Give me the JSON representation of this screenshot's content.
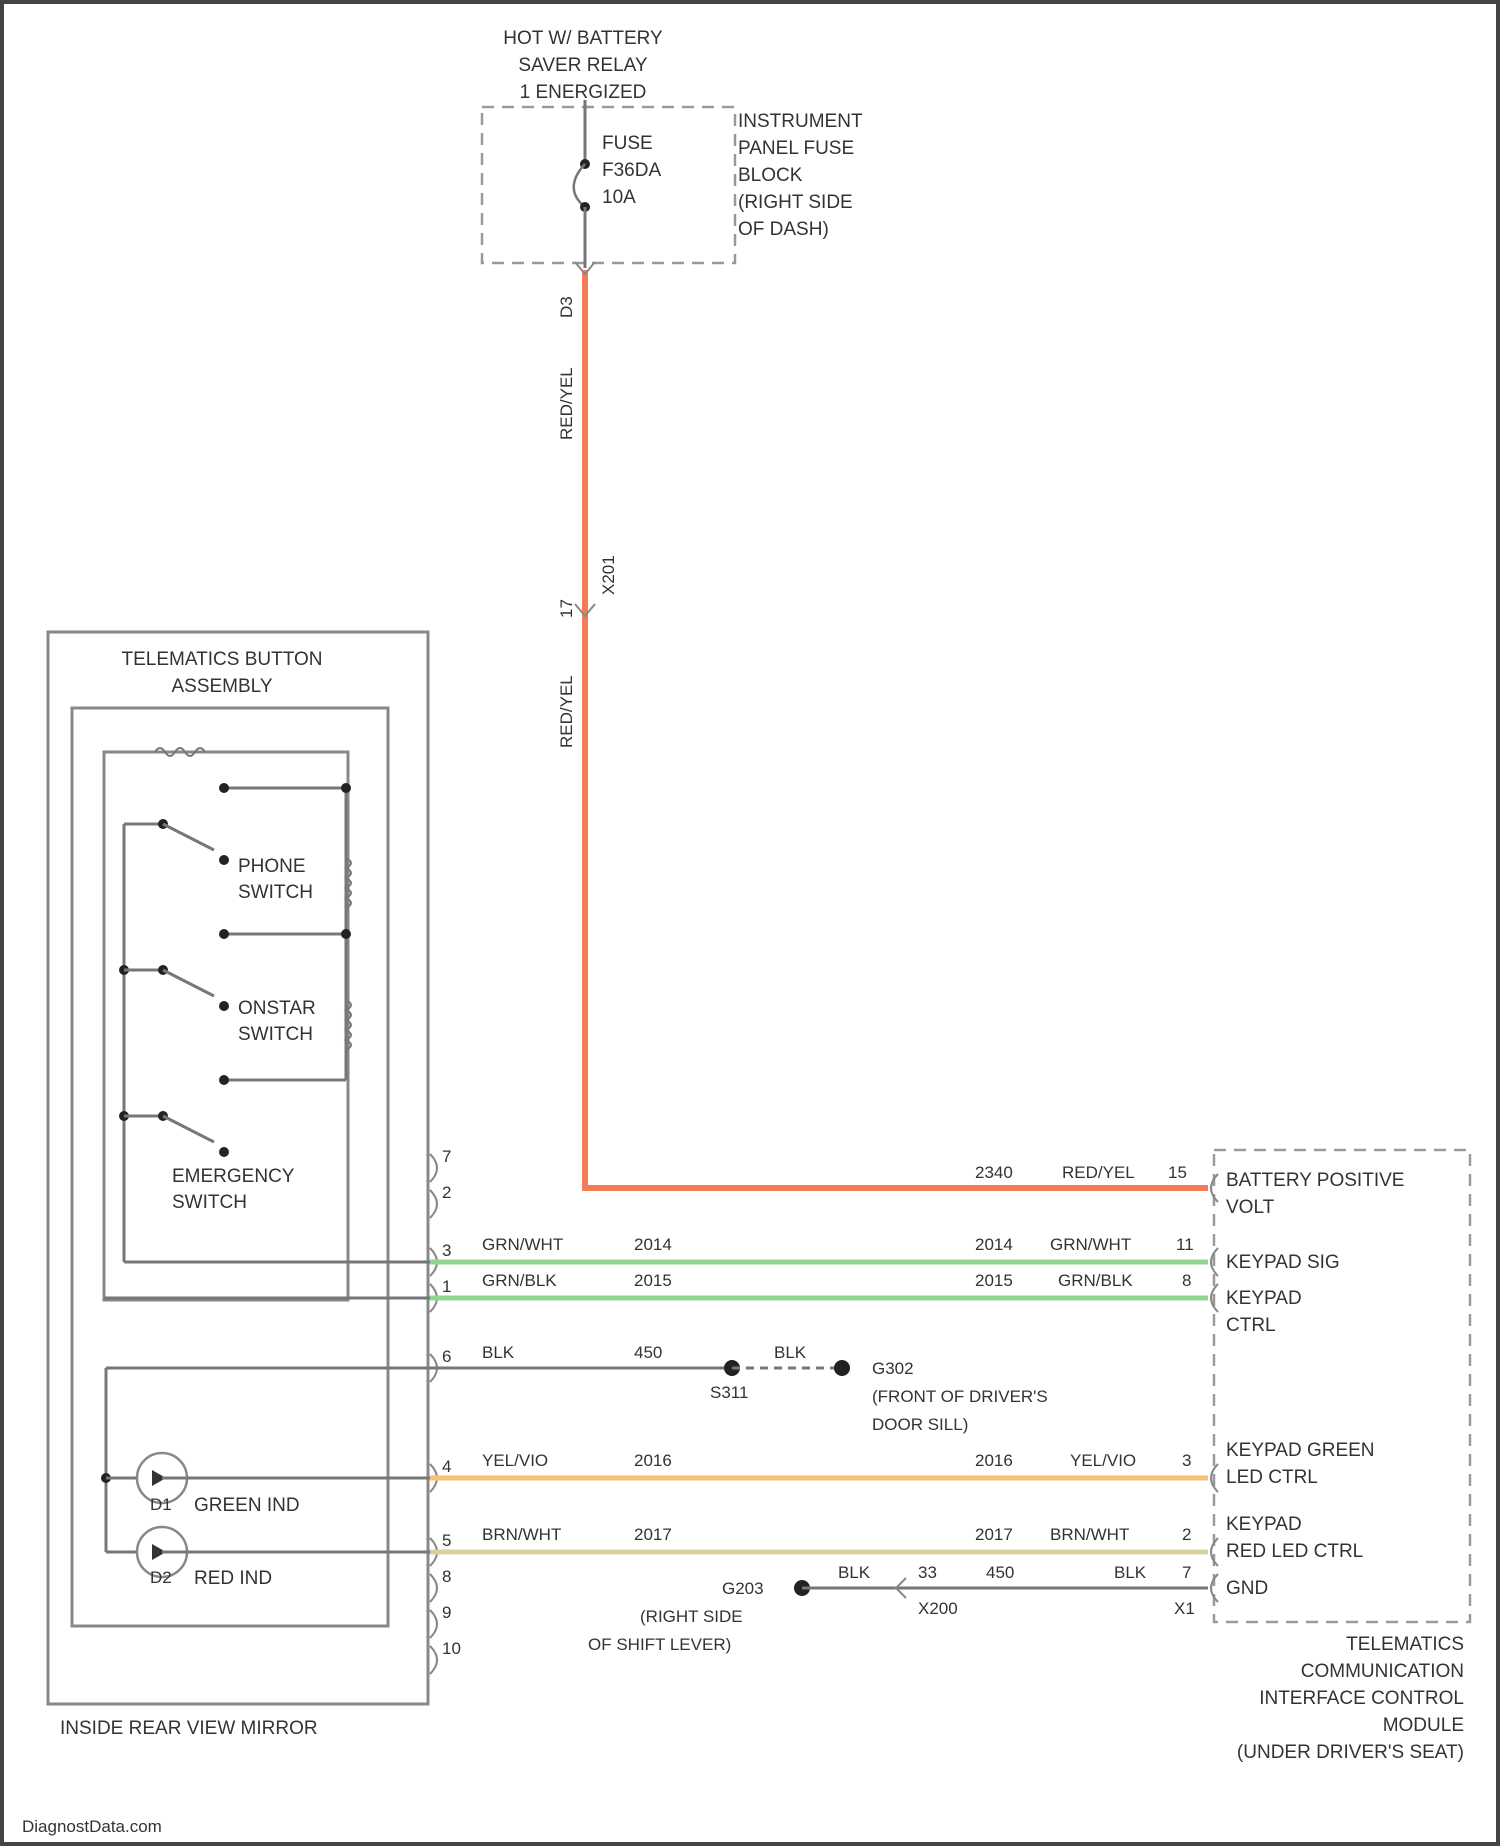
{
  "colors": {
    "wire_red_yel": "#f47b55",
    "wire_grn_wht": "#8fd58f",
    "wire_grn_blk": "#8fd58f",
    "wire_yel_vio": "#f6c27a",
    "wire_brn_wht": "#d9d0a0",
    "wire_blk": "#777777"
  },
  "supply": {
    "line1": "HOT W/ BATTERY",
    "line2": "SAVER RELAY",
    "line3": "1 ENERGIZED",
    "fuse_line1": "FUSE",
    "fuse_line2": "F36DA",
    "fuse_line3": "10A",
    "block_line1": "INSTRUMENT",
    "block_line2": "PANEL FUSE",
    "block_line3": "BLOCK",
    "block_line4": "(RIGHT SIDE",
    "block_line5": "OF DASH)",
    "cavity": "D3",
    "wire_color_upper": "RED/YEL",
    "wire_color_lower": "RED/YEL",
    "inline_pin": "17",
    "inline_conn": "X201"
  },
  "button_assembly": {
    "title_line1": "TELEMATICS BUTTON",
    "title_line2": "ASSEMBLY",
    "phone_line1": "PHONE",
    "phone_line2": "SWITCH",
    "onstar_line1": "ONSTAR",
    "onstar_line2": "SWITCH",
    "emergency_line1": "EMERGENCY",
    "emergency_line2": "SWITCH",
    "green_ind_ref": "D1",
    "green_ind": "GREEN IND",
    "red_ind_ref": "D2",
    "red_ind": "RED IND",
    "mirror": "INSIDE REAR VIEW MIRROR"
  },
  "mirror_pins": [
    "7",
    "2",
    "3",
    "1",
    "6",
    "4",
    "5",
    "8",
    "9",
    "10"
  ],
  "wires": [
    {
      "pin": "3",
      "color": "GRN/WHT",
      "circuit": "2014",
      "circuit_r": "2014",
      "color_r": "GRN/WHT",
      "pin_r": "11",
      "func": "KEYPAD SIG"
    },
    {
      "pin": "1",
      "color": "GRN/BLK",
      "circuit": "2015",
      "circuit_r": "2015",
      "color_r": "GRN/BLK",
      "pin_r": "8",
      "func_line1": "KEYPAD",
      "func_line2": "CTRL"
    },
    {
      "pin": "4",
      "color": "YEL/VIO",
      "circuit": "2016",
      "circuit_r": "2016",
      "color_r": "YEL/VIO",
      "pin_r": "3",
      "func_line1": "KEYPAD GREEN",
      "func_line2": "LED CTRL"
    },
    {
      "pin": "5",
      "color": "BRN/WHT",
      "circuit": "2017",
      "circuit_r": "2017",
      "color_r": "BRN/WHT",
      "pin_r": "2",
      "func_line1": "KEYPAD",
      "func_line2": "RED LED CTRL"
    }
  ],
  "battery_wire": {
    "circuit": "2340",
    "color": "RED/YEL",
    "pin": "15",
    "func_line1": "BATTERY POSITIVE",
    "func_line2": "VOLT"
  },
  "ground_mirror": {
    "pin": "6",
    "color": "BLK",
    "circuit": "450",
    "splice": "S311",
    "color2": "BLK",
    "ground": "G302",
    "loc_line1": "(FRONT OF DRIVER'S",
    "loc_line2": "DOOR SILL)"
  },
  "ground_module": {
    "ground": "G203",
    "loc_line1": "(RIGHT SIDE",
    "loc_line2": "OF SHIFT LEVER)",
    "color": "BLK",
    "inline_pin": "33",
    "inline_conn": "X200",
    "circuit": "450",
    "color_r": "BLK",
    "pin_r": "7",
    "conn_r": "X1",
    "func": "GND"
  },
  "module": {
    "line1": "TELEMATICS",
    "line2": "COMMUNICATION",
    "line3": "INTERFACE CONTROL",
    "line4": "MODULE",
    "line5": "(UNDER DRIVER'S SEAT)"
  },
  "watermark": "DiagnostData.com"
}
